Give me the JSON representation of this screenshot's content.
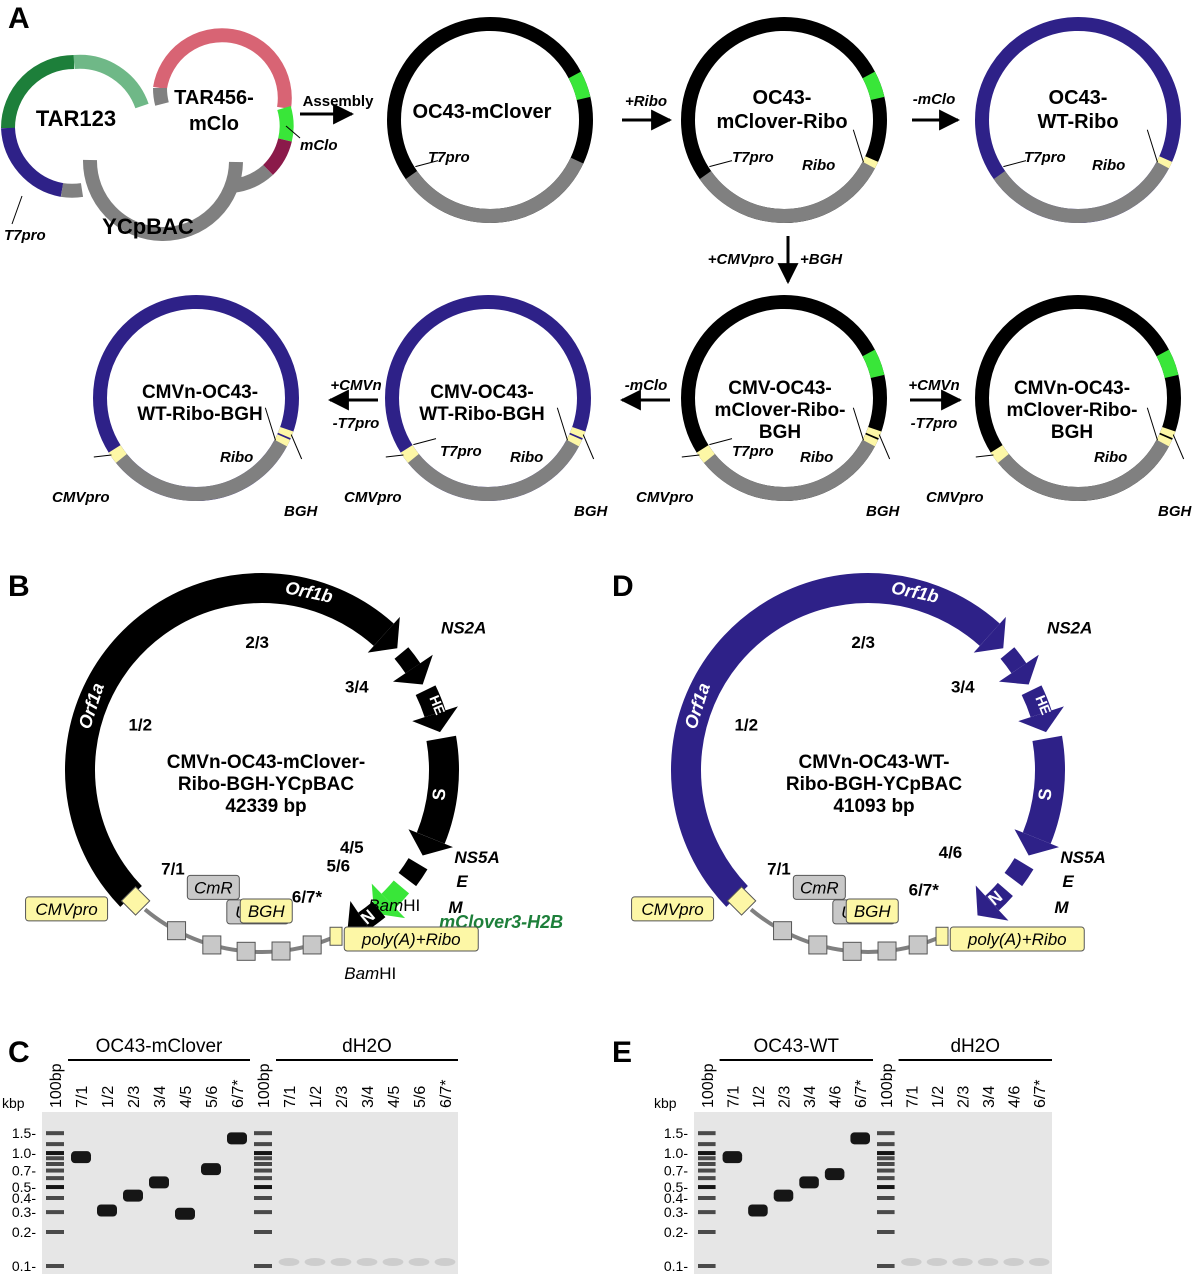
{
  "panels": {
    "A": "A",
    "B": "B",
    "C": "C",
    "D": "D",
    "E": "E"
  },
  "colors": {
    "black": "#000000",
    "wt_blue": "#2e2188",
    "gray": "#808080",
    "green_bright": "#39e639",
    "green_dark": "#1d7f3a",
    "green_light": "#6fb887",
    "red_light": "#d86474",
    "maroon": "#8b1a4a",
    "yellow": "#fdf7a6",
    "gel_bg": "#e6e6e6",
    "band": "#161616"
  },
  "panelA": {
    "tar123": "TAR123",
    "tar456": [
      "TAR456-",
      "mClo"
    ],
    "ycpbac": "YCpBAC",
    "t7pro": "T7pro",
    "mclo": "mClo",
    "assembly": "Assembly",
    "plasmid1": "OC43-mClover",
    "plasmid2": [
      "OC43-",
      "mClover-Ribo"
    ],
    "plasmid3": [
      "OC43-",
      "WT-Ribo"
    ],
    "plasmid4": [
      "CMV-OC43-",
      "mClover-Ribo-",
      "BGH"
    ],
    "plasmid5": [
      "CMVn-OC43-",
      "mClover-Ribo-",
      "BGH"
    ],
    "plasmid6": [
      "CMV-OC43-",
      "WT-Ribo-BGH"
    ],
    "plasmid7": [
      "CMVn-OC43-",
      "WT-Ribo-BGH"
    ],
    "step_ribo": "+Ribo",
    "step_mclo": "-mClo",
    "step_cmvpro": "+CMVpro",
    "step_bgh": "+BGH",
    "step_cmvn": "+CMVn",
    "step_t7pro": "-T7pro",
    "ribo": "Ribo",
    "cmvpro": "CMVpro",
    "bgh": "BGH"
  },
  "panelB": {
    "title": [
      "CMVn-OC43-mClover-",
      "Ribo-BGH-YCpBAC",
      "42339 bp"
    ],
    "orf1a": "Orf1a",
    "orf1b": "Orf1b",
    "ns2a": "NS2A",
    "he": "HE",
    "s": "S",
    "ns5a": "NS5A",
    "e": "E",
    "m": "M",
    "n": "N",
    "mclover": "mClover3-H2B",
    "bamhi": "BamHI",
    "bam": "Bam",
    "hi": "HI",
    "j12": "1/2",
    "j23": "2/3",
    "j34": "3/4",
    "j45": "4/5",
    "j56": "5/6",
    "j67": "6/7*",
    "j71": "7/1",
    "cmvpro": "CMVpro",
    "cmr": "CmR",
    "ura3": "URA3",
    "bgh": "BGH",
    "polya": "poly(A)+Ribo"
  },
  "panelD": {
    "title": [
      "CMVn-OC43-WT-",
      "Ribo-BGH-YCpBAC",
      "41093 bp"
    ],
    "orf1a": "Orf1a",
    "orf1b": "Orf1b",
    "ns2a": "NS2A",
    "he": "HE",
    "s": "S",
    "ns5a": "NS5A",
    "e": "E",
    "m": "M",
    "n": "N",
    "j12": "1/2",
    "j23": "2/3",
    "j34": "3/4",
    "j46": "4/6",
    "j67": "6/7*",
    "j71": "7/1",
    "cmvpro": "CMVpro",
    "cmr": "CmR",
    "ura3": "URA3",
    "bgh": "BGH",
    "polya": "poly(A)+Ribo"
  },
  "gelC": {
    "group1": "OC43-mClover",
    "group2": "dH2O",
    "kbp": "kbp",
    "lanes": [
      "100bp",
      "7/1",
      "1/2",
      "2/3",
      "3/4",
      "4/5",
      "5/6",
      "6/7*",
      "100bp",
      "7/1",
      "1/2",
      "2/3",
      "3/4",
      "4/5",
      "5/6",
      "6/7*"
    ],
    "markers": [
      "1.5-",
      "1.0-",
      "0.7-",
      "0.5-",
      "0.4-",
      "0.3-",
      "0.2-",
      "0.1-"
    ],
    "marker_kb": [
      1.5,
      1.0,
      0.7,
      0.5,
      0.4,
      0.3,
      0.2,
      0.1
    ],
    "band_kb": [
      null,
      0.92,
      0.31,
      0.42,
      0.55,
      0.29,
      0.72,
      1.35,
      null,
      null,
      null,
      null,
      null,
      null,
      null,
      null
    ]
  },
  "gelE": {
    "group1": "OC43-WT",
    "group2": "dH2O",
    "kbp": "kbp",
    "lanes": [
      "100bp",
      "7/1",
      "1/2",
      "2/3",
      "3/4",
      "4/6",
      "6/7*",
      "100bp",
      "7/1",
      "1/2",
      "2/3",
      "3/4",
      "4/6",
      "6/7*"
    ],
    "markers": [
      "1.5-",
      "1.0-",
      "0.7-",
      "0.5-",
      "0.4-",
      "0.3-",
      "0.2-",
      "0.1-"
    ],
    "marker_kb": [
      1.5,
      1.0,
      0.7,
      0.5,
      0.4,
      0.3,
      0.2,
      0.1
    ],
    "band_kb": [
      null,
      0.92,
      0.31,
      0.42,
      0.55,
      0.65,
      1.35,
      null,
      null,
      null,
      null,
      null,
      null,
      null
    ]
  }
}
